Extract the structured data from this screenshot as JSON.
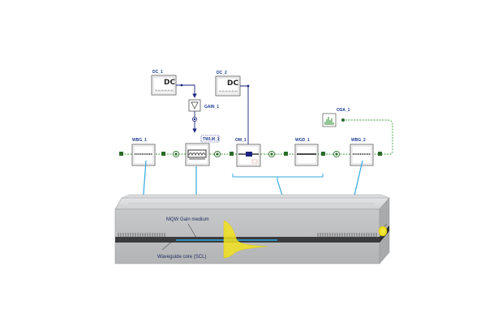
{
  "components": {
    "dc1": "DC_1",
    "dc1_text": "DC",
    "dc2": "DC_2",
    "dc2_text": "DC",
    "gain": "GAIN_1",
    "twlm": "TWLM_1",
    "wbg1": "WBG_1",
    "om": "OM_1",
    "wgd": "WGD_1",
    "wbg2": "WBG_2",
    "osa": "OSA_1"
  },
  "device": {
    "gain_medium": "MQW Gain medium",
    "waveguide_core": "Waveguide core (SCL)"
  },
  "colors": {
    "link": "#2fa8e0",
    "optical_path": "#3a9b3a",
    "electrical_path": "#1a237e",
    "mode_profile": "#f2e21e",
    "device_body": "#c9cacc"
  }
}
